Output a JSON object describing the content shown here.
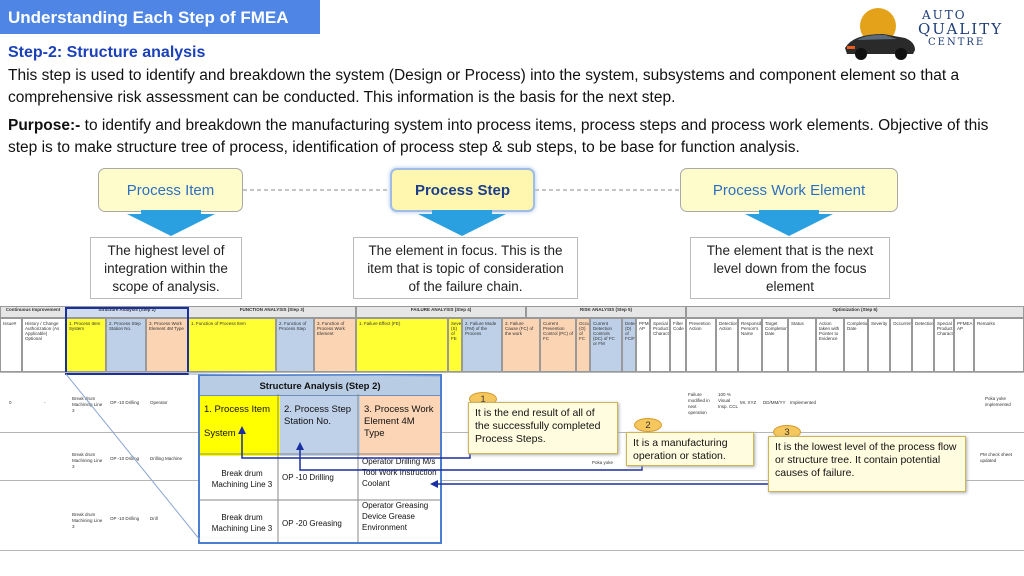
{
  "header": {
    "banner": "Understanding Each Step of FMEA",
    "logo_line1": "AUTO",
    "logo_line2": "QUALITY",
    "logo_line3": "CENTRE"
  },
  "intro": {
    "step_title": "Step-2: Structure analysis",
    "paragraph1": "This step is used to identify and breakdown the system (Design or Process) into the system, subsystems and component element so that a comprehensive risk assessment can be conducted. This information is the basis for the next step.",
    "purpose_label": "Purpose:-",
    "purpose_text": " to identify and breakdown the manufacturing system into process items, process steps and process work elements. Objective of this step is to make structure tree of process, identification of process step & sub steps, to be base for function analysis."
  },
  "levels": [
    {
      "label": "Process Item",
      "desc": "The highest level of integration within the scope of analysis."
    },
    {
      "label": "Process Step",
      "desc": "The element in focus. This is the item that is topic of consideration of the failure chain."
    },
    {
      "label": "Process Work Element",
      "desc": "The element that is the next level down from the focus element"
    }
  ],
  "sheet": {
    "bands": {
      "continuous": "Continuous Improvement",
      "structure": "Structure Analysis (Step 2)",
      "function": "FUNCTION ANALYSIS (Step 3)",
      "failure": "FAILURE ANALYSIS (Step 4)",
      "risk": "RISK ANALYSIS (Step 5)",
      "optimization": "Optimization (Step 6)"
    },
    "headers": {
      "issue": "Issue#",
      "history": "History / Change Authorization (As Applicable) Optional",
      "process_item": "1. Process Item System",
      "process_step": "2. Process Step Station No.",
      "work_element": "3. Process Work Element 4M Type",
      "func_item": "1. Function of Process Item",
      "func_step": "2. Function of Process Step",
      "func_element": "3. Function of Process Work Element",
      "failure_effect": "1. Failure Effect (FE)",
      "severity": "Severity (S) of FE",
      "failure_mode": "2. Failure Mode (FM) of the Process",
      "failure_cause": "3. Failure Cause (FC) of the work",
      "prevention": "Current Prevention Control (PC) of FC",
      "occurrence": "Occurrence (O) of FC",
      "detection_ctrl": "Current Detection Controls (DC) of FC or FM",
      "detection": "Detection (D) of FC/FM",
      "ap": "PFMEA AP",
      "special": "Special Product Characteristics",
      "filter": "Filter Code",
      "prev_action": "Prevention Action",
      "det_action": "Detection Action",
      "responsible": "Responsible Person's Name",
      "target": "Target Completion Date",
      "status": "Status",
      "action_taken": "Action taken with Pointer to Evidence",
      "completion": "Completion Date",
      "sev2": "Severity",
      "occ2": "Occurrence",
      "det2": "Detection",
      "special2": "Special Product Characteristics",
      "ap2": "PFMEA AP",
      "remarks": "Remarks"
    },
    "rows": [
      {
        "issue": "0",
        "history": "-",
        "item": "Break drum Machining Line 3",
        "step": "OP -10 Drilling",
        "element": "Operator",
        "prev": "Failure modified in next operation",
        "pct": "100 % Visual Insp. CCL",
        "resp": "Mr. XYZ",
        "date": "DD/MM/YY",
        "status": "Implemented",
        "remarks": "Poka yoke implemented"
      },
      {
        "item": "Break drum Machining Line 3",
        "step": "OP -10 Drilling",
        "element": "Drilling Machine",
        "note": "Poka yoke",
        "remarks": "PM check sheet updated"
      },
      {
        "item": "Break drum Machining Line 3",
        "step": "OP -10 Drilling",
        "element": "Drill"
      }
    ]
  },
  "structure_box": {
    "title": "Structure Analysis (Step 2)",
    "col1": "1. Process Item",
    "col1_sub": "System",
    "col2": "2. Process Step Station No.",
    "col3": "3. Process Work Element 4M Type",
    "row1_item": "Break drum Machining Line 3",
    "row1_step": "OP -10 Drilling",
    "row1_elements": "Operator Drilling M/s Tool Work Instruction Coolant",
    "row2_item": "Break drum Machining Line 3",
    "row2_step": "OP -20 Greasing",
    "row2_elements": "Operator Greasing Device Grease Environment"
  },
  "callouts": [
    {
      "number": "1",
      "text": "It is the end result of all of the successfully completed Process Steps."
    },
    {
      "number": "2",
      "text": "It is a manufacturing operation or station."
    },
    {
      "number": "3",
      "text": "It is the lowest level of the process flow or structure tree. It contain potential causes of failure."
    }
  ]
}
